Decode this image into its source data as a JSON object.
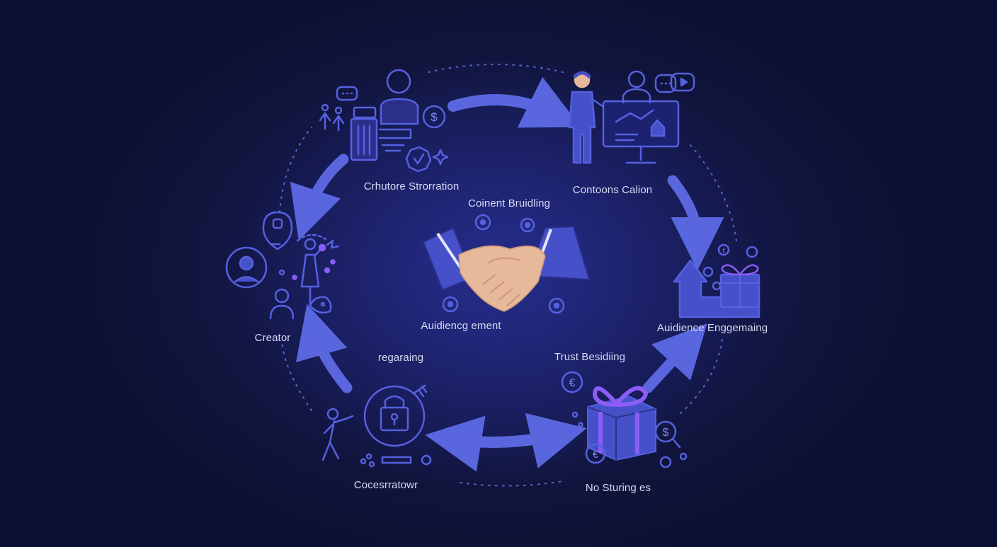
{
  "colors": {
    "background": "#12163f",
    "accent": "#4f5bd5",
    "accent_light": "#6b78ee",
    "purple": "#8b5cf6",
    "skin": "#e8b89a",
    "text": "#d6dbf2"
  },
  "labels": {
    "top_left": "Crhutore Strorration",
    "top_right": "Contoons Calion",
    "center_top": "Coinent Bruidling",
    "center_bottom": "Auidiencg ement",
    "left": "Creator",
    "right": "Auidience Enggemaing",
    "mid_left": "regaraing",
    "mid_right": "Trust Besidiing",
    "bottom_left": "Cocesrratowr",
    "bottom_right": "No Sturing es"
  },
  "icons": {
    "hub": "handshake-icon",
    "top_left": "creator-payment-icon",
    "top_right": "presenter-screen-icon",
    "left": "creator-people-icon",
    "right": "growth-gift-icon",
    "bottom_left": "lock-security-icon",
    "bottom_right": "gift-money-icon"
  }
}
